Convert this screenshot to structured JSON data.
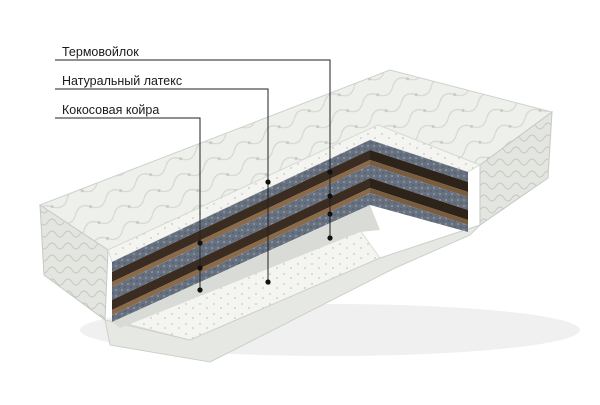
{
  "labels": [
    "Термовойлок",
    "Натуральный латекс",
    "Кокосовая койра"
  ],
  "colors": {
    "fabric": "#eef0ec",
    "fabric_shadow": "#c9ccc6",
    "latex": "#f4f4f0",
    "felt": "#6b7686",
    "coir": "#3a2c20",
    "coir_light": "#8a6a48",
    "leader": "#222222"
  }
}
